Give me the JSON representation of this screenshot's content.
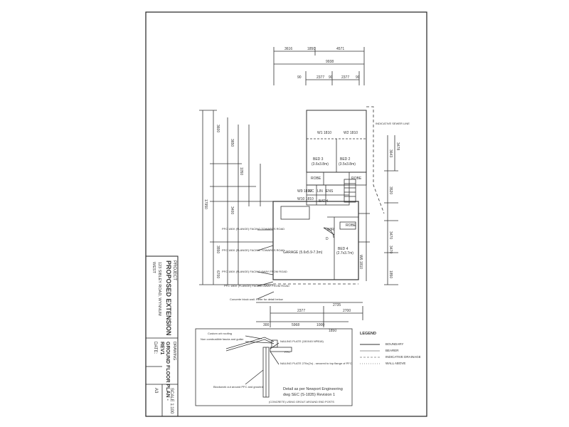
{
  "title_block": {
    "project_label": "PROJECT",
    "project_title": "PROPOSED EXTENSION",
    "address_line1": "123 SIBLEY ROAD, WYNNUM",
    "address_line2": "WEST",
    "drawing_label": "DRAWING",
    "drawing_title_line1": "GROUND FLOOR PLAN -",
    "drawing_title_line2": "REV1",
    "date_label": "DATE:",
    "sheet_size": "A3",
    "scale": "SCALE 1:100"
  },
  "dimensions": {
    "top_segments": [
      "3616",
      "1850",
      "4571"
    ],
    "top_total": "9938",
    "second_row": [
      "2377",
      "2377"
    ],
    "second_row_small": [
      "90",
      "90",
      "90"
    ],
    "left_vertical": [
      "3600",
      "3650",
      "1050",
      "3400",
      "3550",
      "6700",
      "17950"
    ],
    "right_vertical": [
      "3643",
      "3478",
      "3520",
      "3470",
      "3470",
      "1850"
    ],
    "bottom_segments": [
      "2377",
      "2735",
      "2700"
    ],
    "bottom_total": "5968",
    "bottom_small": [
      "300",
      "1000",
      "1850"
    ]
  },
  "rooms": {
    "bed3": "BED 3",
    "bed3_size": "(3.6x3.8m)",
    "bed2": "BED 2",
    "bed2_size": "(3.5x3.8m)",
    "robe1": "ROBE",
    "robe2": "ROBE",
    "robe3": "ROBE",
    "bath": "BATH",
    "wc": "WC",
    "ens": "ENS",
    "lin": "LIN",
    "wir": "WIR",
    "garage": "GARAGE (5.6x5.9-7.3m)",
    "bed4": "BED 4",
    "bed4_size": "(2.7x3.7m)",
    "w1": "W1\n1810",
    "w2": "W2\n1810",
    "w9": "W9\n1810",
    "w10": "W10\n1810",
    "w6": "W6\n1810",
    "d": "D",
    "sewer_line": "INDICATIVE SEWER LINE"
  },
  "notes": {
    "pfc1": "PFC 180X (FLANGE) FACING TOWARDS ROAD",
    "pfc2": "PFC 180X (FLANGE) FACING TOWARDS ROAD",
    "pfc3": "PFC 180X (FLANGE) FACING AWAY FROM ROAD",
    "pfc4": "PFC 180X (FLANGE) FACING AWAY FROM ROAD",
    "concrete": "Concrete block wall. Refer for detail below"
  },
  "detail": {
    "custom_roofing": "Custom orb roofing",
    "fascia": "Non combustible fascia and gutter",
    "nailing_plate1": "NAILING PLATE (150X45 NPB18)",
    "nailing_plate2": "NAILING PLATE 270x(2x) - secured to top flange of PFC",
    "blockwork": "Blockwork cut around PFC and grouted",
    "pfc_label": "PFC",
    "caption_line1": "Detail as per Newport Engineering",
    "caption_line2": "dwg SEC (S-1835) Revision 1",
    "footnote": "(CONCRETE) USING GROUT AROUND END POSTS"
  },
  "legend": {
    "title": "LEGEND",
    "items": [
      "BOUNDARY",
      "BEARER",
      "INDICATIVE DRAINAGE",
      "WALL ABOVE"
    ]
  }
}
